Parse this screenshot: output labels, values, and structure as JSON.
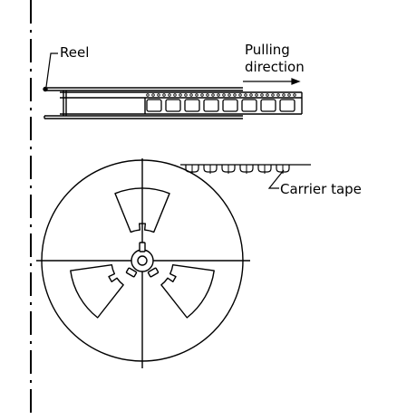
{
  "diagram": {
    "labels": {
      "reel": "Reel",
      "pulling_line1": "Pulling",
      "pulling_line2": "direction",
      "carrier_tape": "Carrier tape"
    },
    "colors": {
      "stroke": "#000000",
      "background": "#ffffff"
    }
  }
}
